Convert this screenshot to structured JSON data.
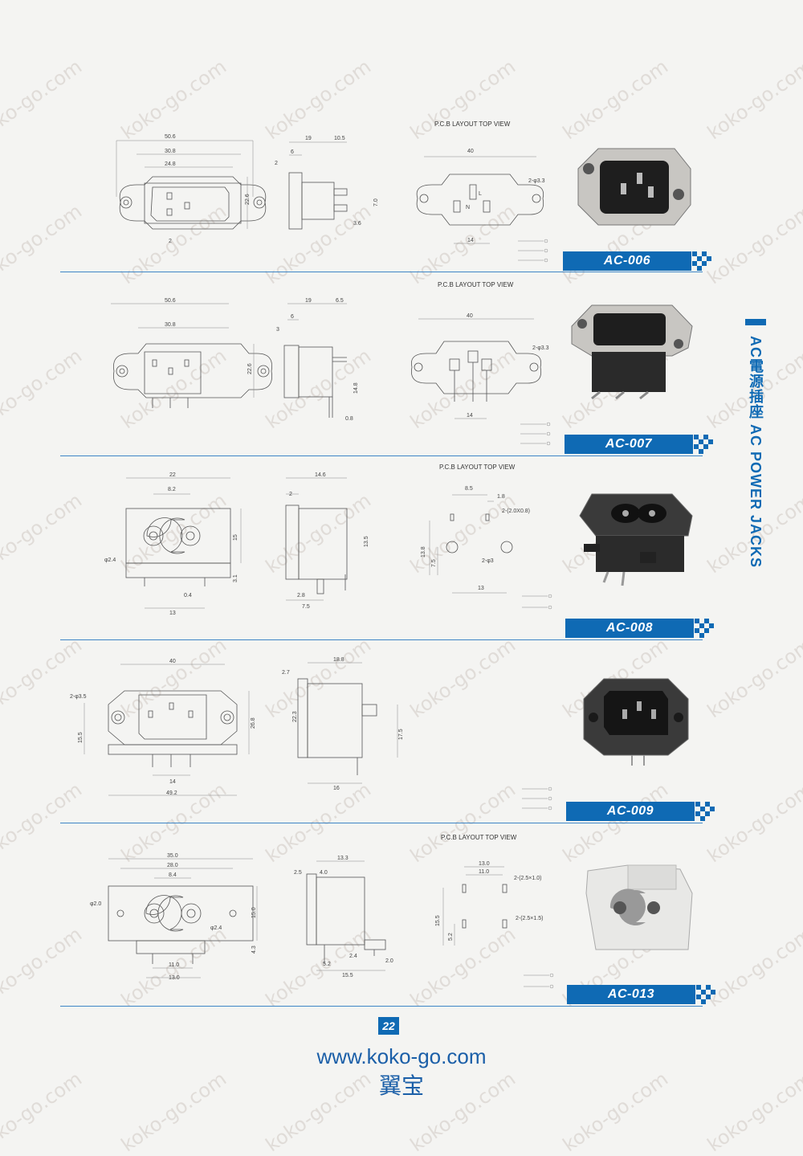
{
  "page": {
    "side_title": "AC電源插座 AC POWER JACKS",
    "page_number": "22",
    "website": "www.koko-go.com",
    "brand_cn": "翼宝",
    "watermark": "koko-go.com",
    "accent_color": "#0f6ab4"
  },
  "sections": [
    {
      "model": "AC-006",
      "pcb_label": "P.C.B LAYOUT    TOP VIEW",
      "front_dims": [
        "50.6",
        "30.8",
        "24.8",
        "22.6",
        "2"
      ],
      "side_dims": [
        "19",
        "10.5",
        "6",
        "2",
        "7.0",
        "3.6"
      ],
      "pcb_dims": [
        "40",
        "2-φ3.3",
        "14",
        "N",
        "L"
      ]
    },
    {
      "model": "AC-007",
      "pcb_label": "P.C.B LAYOUT    TOP VIEW",
      "front_dims": [
        "50.6",
        "30.8",
        "22.6"
      ],
      "side_dims": [
        "19",
        "6.5",
        "6",
        "3",
        "14.8",
        "0.8"
      ],
      "pcb_dims": [
        "40",
        "2-φ3.3",
        "14"
      ]
    },
    {
      "model": "AC-008",
      "pcb_label": "P.C.B LAYOUT    TOP VIEW",
      "front_dims": [
        "22",
        "8.2",
        "15",
        "φ2.4",
        "3.1",
        "0.4",
        "13"
      ],
      "side_dims": [
        "14.6",
        "2",
        "13.5",
        "2.8",
        "7.5"
      ],
      "pcb_dims": [
        "8.5",
        "1.8",
        "2-(2.0X0.8)",
        "13.8",
        "7.5",
        "2-φ3",
        "13"
      ]
    },
    {
      "model": "AC-009",
      "pcb_label": "",
      "front_dims": [
        "40",
        "2-φ3.5",
        "15.5",
        "26.8",
        "14",
        "49.2"
      ],
      "side_dims": [
        "2.7",
        "18.8",
        "22.3",
        "17.5",
        "16"
      ],
      "pcb_dims": []
    },
    {
      "model": "AC-013",
      "pcb_label": "P.C.B LAYOUT    TOP VIEW",
      "front_dims": [
        "35.0",
        "28.0",
        "8.4",
        "φ2.0",
        "φ2.4",
        "15.0",
        "4.3",
        "11.0",
        "13.0"
      ],
      "side_dims": [
        "13.3",
        "2.5",
        "4.0",
        "2.4",
        "5.2",
        "2.0",
        "15.5"
      ],
      "pcb_dims": [
        "13.0",
        "11.0",
        "2-(2.5×1.0)",
        "2-(2.5×1.5)",
        "15.5",
        "5.2"
      ]
    }
  ]
}
